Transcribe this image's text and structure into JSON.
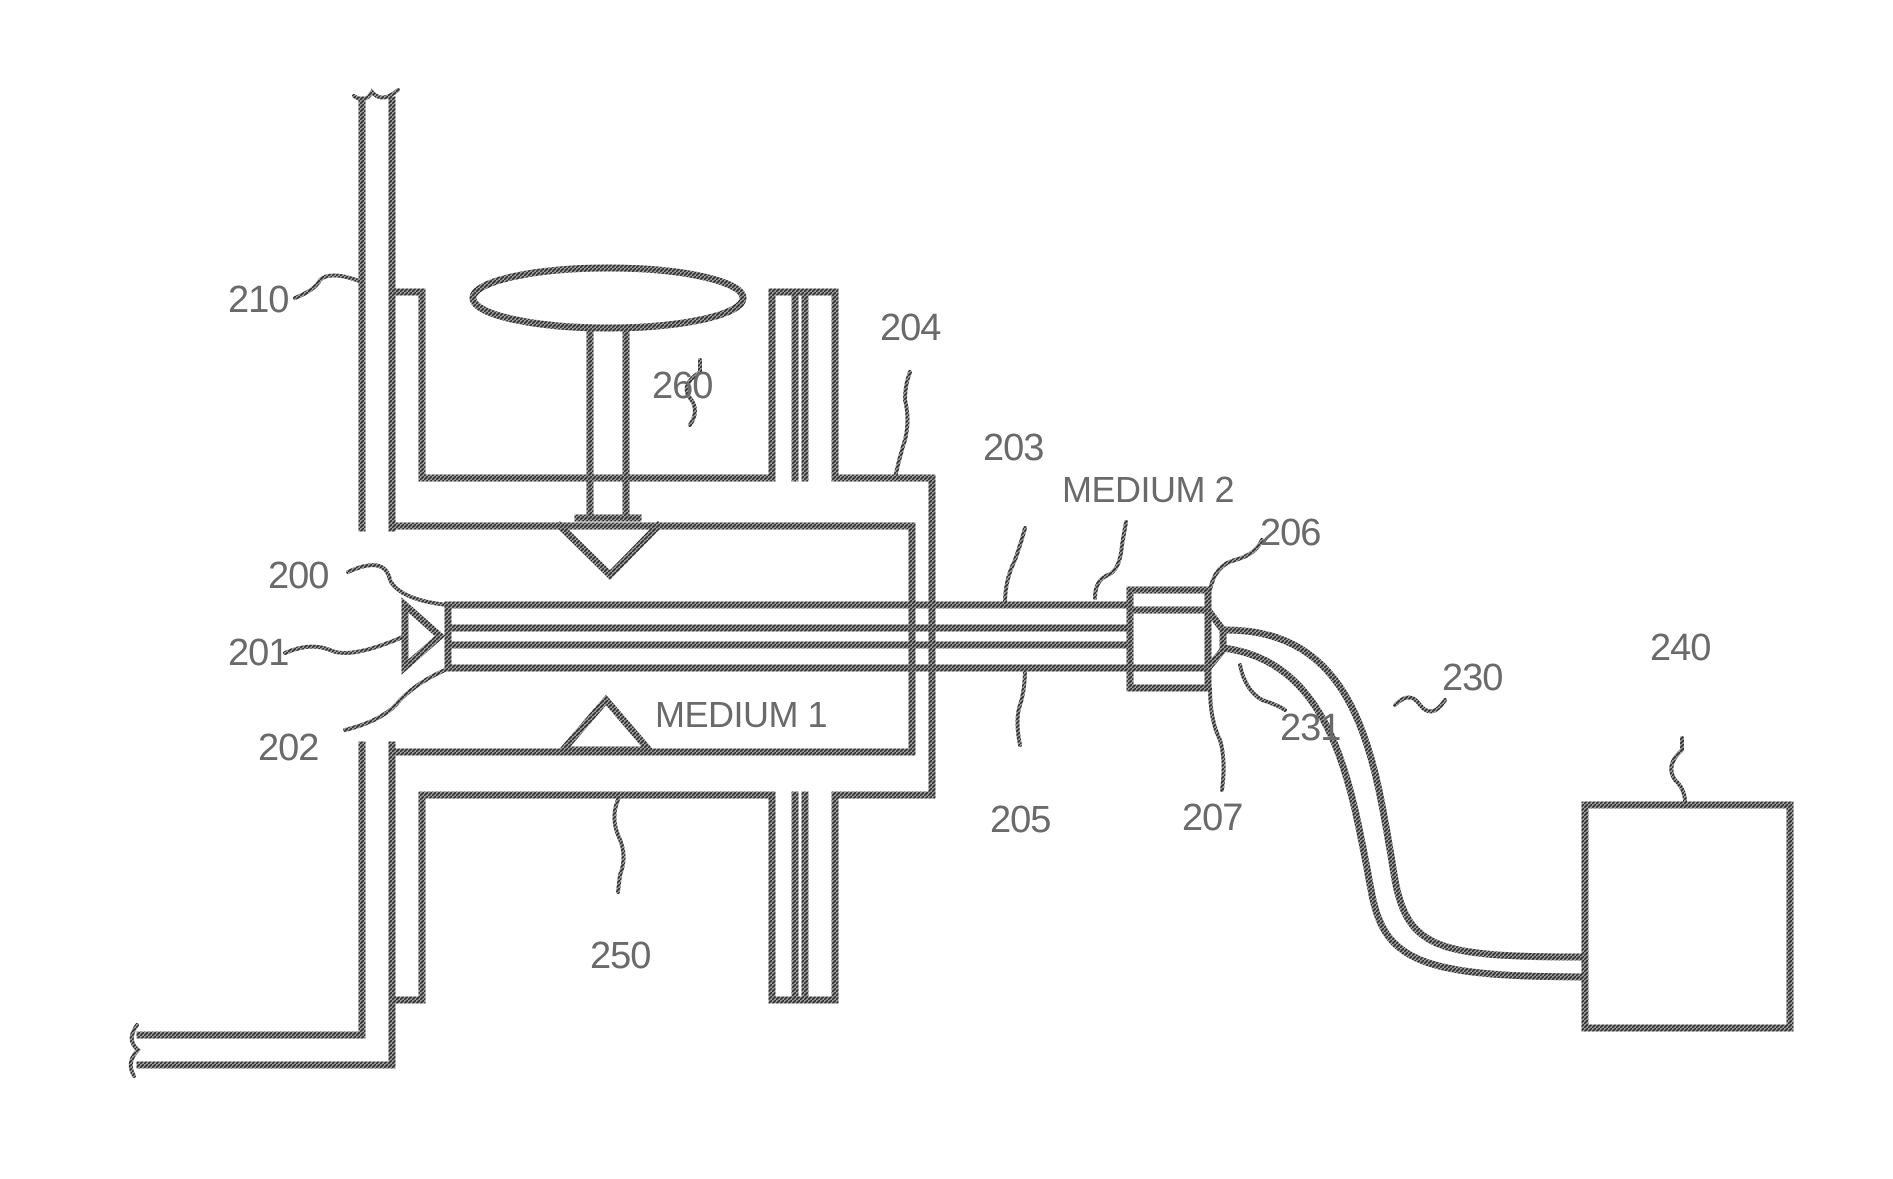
{
  "figure": {
    "labels": {
      "l200": "200",
      "l201": "201",
      "l202": "202",
      "l203": "203",
      "l204": "204",
      "l205": "205",
      "l206": "206",
      "l207": "207",
      "l210": "210",
      "l230": "230",
      "l231": "231",
      "l240": "240",
      "l250": "250",
      "l260": "260"
    },
    "media": {
      "medium1": "MEDIUM 1",
      "medium2": "MEDIUM 2"
    }
  }
}
